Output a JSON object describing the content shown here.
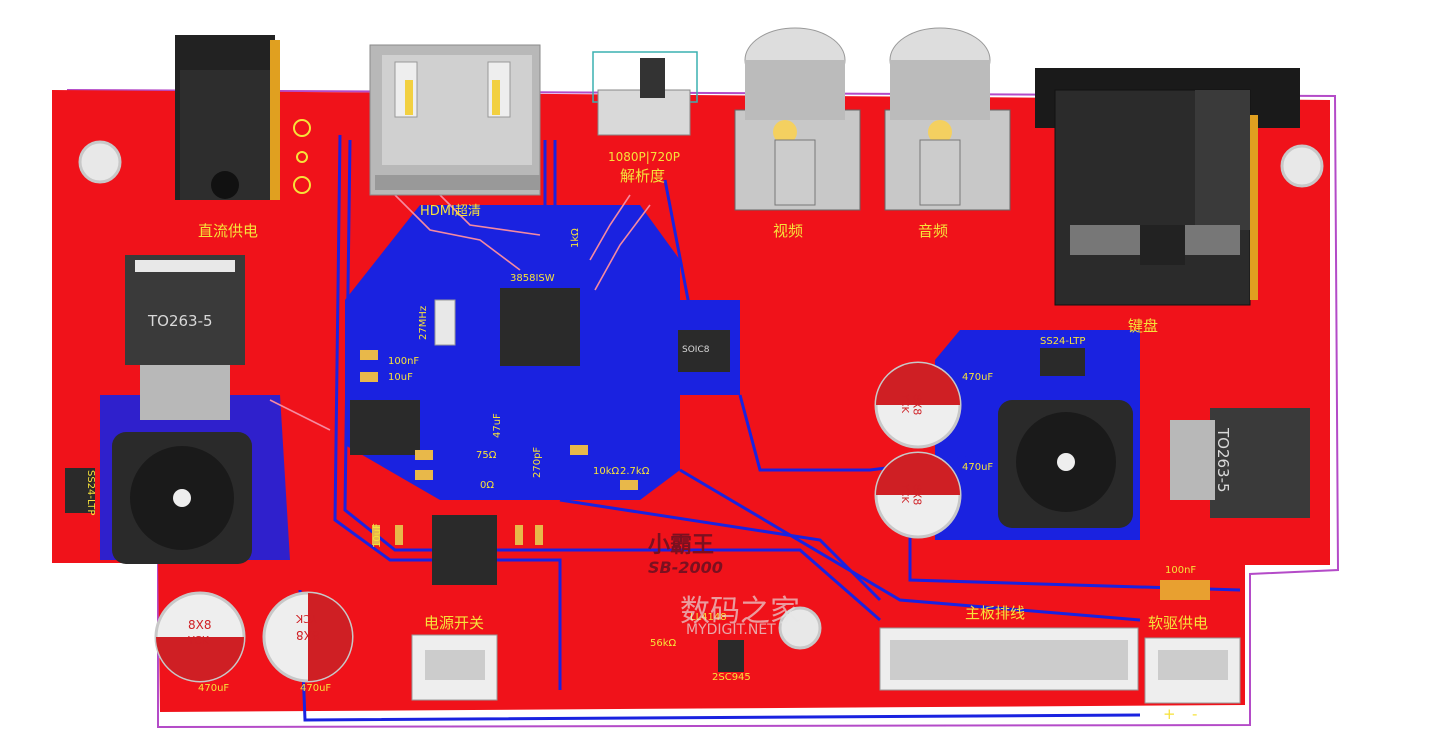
{
  "labels": {
    "dc_power": "直流供电",
    "hdmi": "HDMI超清",
    "resolution": "1080P|720P",
    "resolution_sub": "解析度",
    "video": "视频",
    "audio": "音频",
    "keyboard": "键盘",
    "power_switch": "电源开关",
    "main_cable": "主板排线",
    "floppy_power": "软驱供电",
    "plus": "+",
    "minus": "-"
  },
  "chips": {
    "to263_left": "TO263-5",
    "to263_right": "TO263-5",
    "soic8": "SOIC8",
    "main_ic": "3858ISW",
    "crystal": "27MHz"
  },
  "diodes": {
    "ss24_left": "SS24-LTP",
    "ss24_right": "SS24-LTP",
    "ll4148": "LL4148",
    "transistor": "2SC945"
  },
  "capacitors": {
    "cap_a_size": "8X8",
    "cap_a_brand": "YCK",
    "cap_a_value": "470uF",
    "cap_b_size": "8X8",
    "cap_b_brand": "YCK",
    "cap_b_value": "470uF",
    "cap_c_size": "8X8",
    "cap_c_brand": "YCK",
    "cap_c_value": "470uF",
    "cap_d_size": "8X8",
    "cap_d_brand": "YCK",
    "cap_d_value": "470uF"
  },
  "passives": {
    "c100nf": "100nF",
    "c10uf": "10uF",
    "c47uf": "47uF",
    "c270pf": "270pF",
    "r10k": "10kΩ",
    "r2k7": "2.7kΩ",
    "r56k": "56kΩ",
    "r1k": "1kΩ",
    "r75": "75Ω",
    "r0": "0Ω"
  },
  "logo": {
    "brand": "小霸王",
    "model": "SB-2000",
    "watermark": "数码之家",
    "watermark_url": "MYDIGIT.NET"
  },
  "colors": {
    "board": "#f0121a",
    "copper_blue": "#1a22e0",
    "silk_yellow": "#f6e23a",
    "outline": "#b44bc8"
  }
}
